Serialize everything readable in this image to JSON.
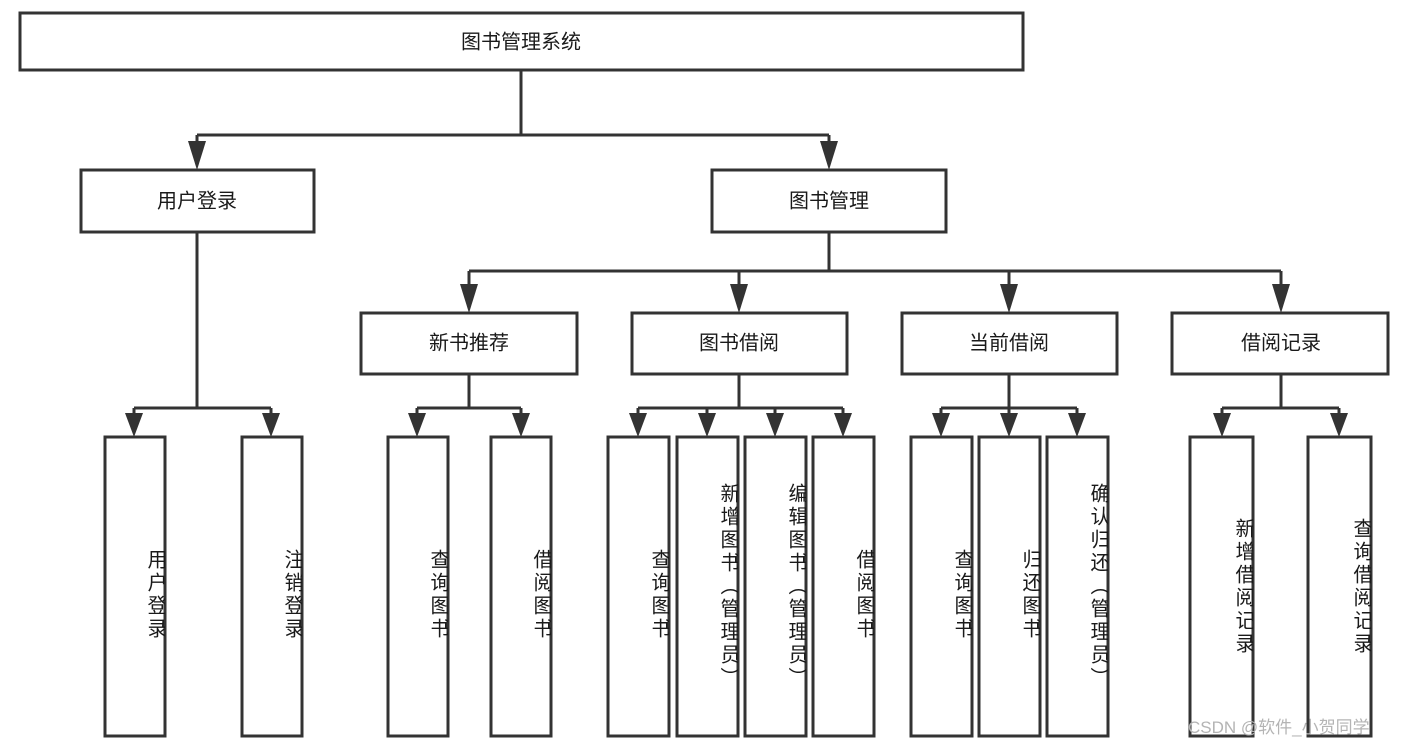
{
  "diagram": {
    "title": "图书管理系统",
    "type": "tree",
    "root": {
      "id": "root",
      "label": "图书管理系统",
      "orientation": "horizontal"
    },
    "level2": [
      {
        "id": "user-login",
        "label": "用户登录",
        "orientation": "horizontal"
      },
      {
        "id": "book-management",
        "label": "图书管理",
        "orientation": "horizontal"
      }
    ],
    "level3": [
      {
        "id": "new-book-recommend",
        "label": "新书推荐",
        "parent": "book-management",
        "orientation": "horizontal"
      },
      {
        "id": "book-borrow",
        "label": "图书借阅",
        "parent": "book-management",
        "orientation": "horizontal"
      },
      {
        "id": "current-borrow",
        "label": "当前借阅",
        "parent": "book-management",
        "orientation": "horizontal"
      },
      {
        "id": "borrow-record",
        "label": "借阅记录",
        "parent": "book-management",
        "orientation": "horizontal"
      }
    ],
    "leaves": [
      {
        "id": "leaf-user-login",
        "label": "用户登录",
        "parent": "user-login",
        "orientation": "vertical"
      },
      {
        "id": "leaf-user-logout",
        "label": "注销登录",
        "parent": "user-login",
        "orientation": "vertical"
      },
      {
        "id": "leaf-query-book-1",
        "label": "查询图书",
        "parent": "new-book-recommend",
        "orientation": "vertical"
      },
      {
        "id": "leaf-borrow-book-1",
        "label": "借阅图书",
        "parent": "new-book-recommend",
        "orientation": "vertical"
      },
      {
        "id": "leaf-query-book-2",
        "label": "查询图书",
        "parent": "book-borrow",
        "orientation": "vertical"
      },
      {
        "id": "leaf-add-book",
        "label": "新增图书（管理员）",
        "parent": "book-borrow",
        "orientation": "vertical"
      },
      {
        "id": "leaf-edit-book",
        "label": "编辑图书（管理员）",
        "parent": "book-borrow",
        "orientation": "vertical"
      },
      {
        "id": "leaf-borrow-book-2",
        "label": "借阅图书",
        "parent": "book-borrow",
        "orientation": "vertical"
      },
      {
        "id": "leaf-query-book-3",
        "label": "查询图书",
        "parent": "current-borrow",
        "orientation": "vertical"
      },
      {
        "id": "leaf-return-book",
        "label": "归还图书",
        "parent": "current-borrow",
        "orientation": "vertical"
      },
      {
        "id": "leaf-confirm-return",
        "label": "确认归还（管理员）",
        "parent": "current-borrow",
        "orientation": "vertical"
      },
      {
        "id": "leaf-add-record",
        "label": "新增借阅记录",
        "parent": "borrow-record",
        "orientation": "vertical"
      },
      {
        "id": "leaf-query-record",
        "label": "查询借阅记录",
        "parent": "borrow-record",
        "orientation": "vertical"
      }
    ],
    "colors": {
      "box_stroke": "#333333",
      "box_fill": "#ffffff",
      "text": "#1a1a1a",
      "connector": "#333333",
      "watermark": "#b4b4b4",
      "background": "#ffffff"
    }
  },
  "watermark": {
    "text": "CSDN @软件_小贺同学"
  }
}
